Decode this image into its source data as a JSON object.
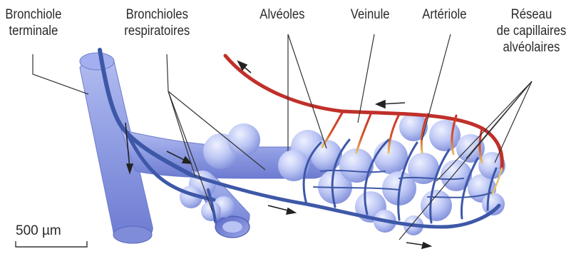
{
  "labels": {
    "bronchiole_terminale": [
      "Bronchiole",
      "terminale"
    ],
    "bronchioles_respiratoires": [
      "Bronchioles",
      "respiratoires"
    ],
    "alveoles": "Alvéoles",
    "veinule": "Veinule",
    "arteriole": "Artériole",
    "reseau_capillaires": [
      "Réseau",
      "de capillaires",
      "alvéolaires"
    ]
  },
  "scale_bar": {
    "text": "500 µm"
  },
  "colors": {
    "airway": "#8e9ee6",
    "airway_dark": "#5565c0",
    "alveolus": "#bcc6f4",
    "artery": "#c0302a",
    "vein": "#3e58a8",
    "leader_line": "#333333"
  }
}
